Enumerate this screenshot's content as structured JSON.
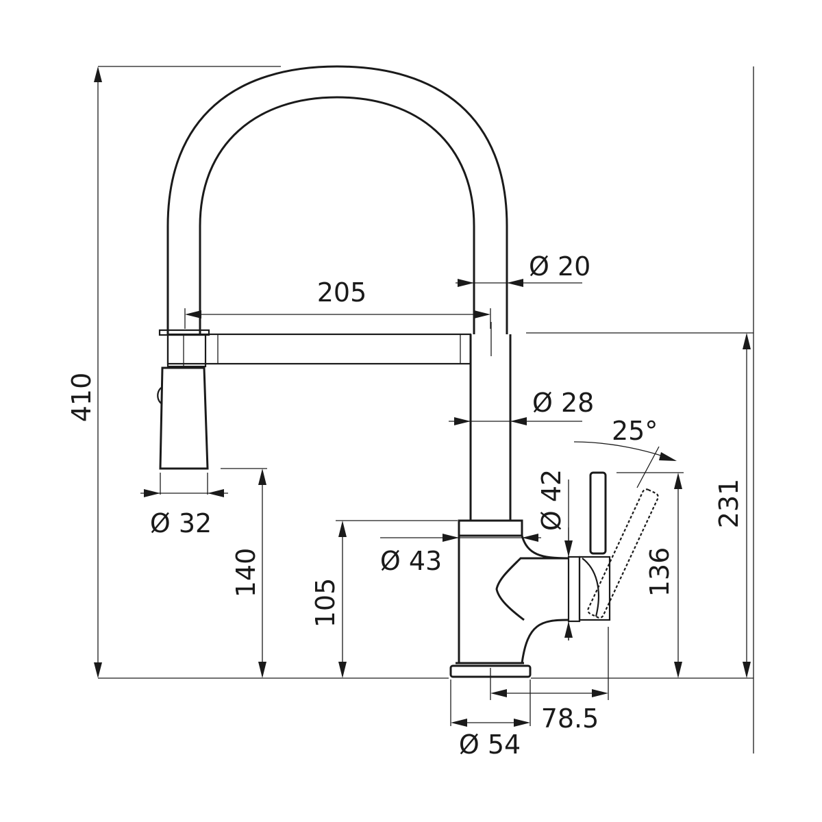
{
  "drawing": {
    "labels": {
      "total_height": "410",
      "spout_reach": "205",
      "hose_diameter": "Ø 20",
      "body_diameter": "Ø 28",
      "angle": "25°",
      "spray_diameter": "Ø 32",
      "handle_diameter": "Ø 42",
      "collar_diameter": "Ø 43",
      "base_diameter": "Ø 54",
      "spray_height": "140",
      "collar_height": "105",
      "handle_height": "136",
      "spout_height": "231",
      "handle_offset": "78.5"
    }
  },
  "colors": {
    "line": "#1a1a1a",
    "background": "#ffffff"
  }
}
